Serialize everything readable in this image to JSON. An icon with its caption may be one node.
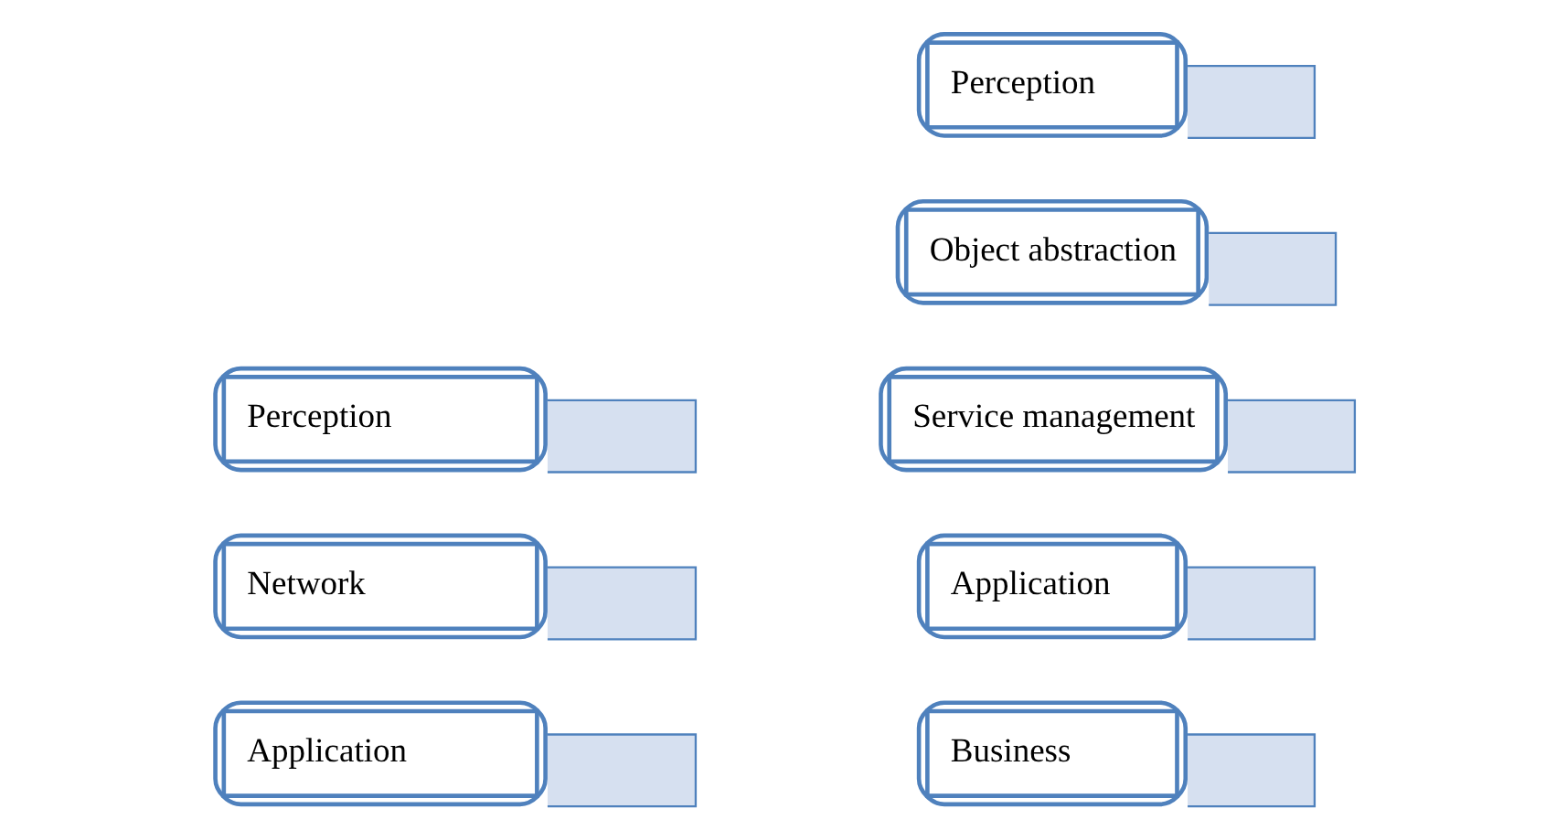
{
  "diagram": {
    "nodes": [
      {
        "text": [
          "Application"
        ]
      },
      {
        "text": [
          "Network"
        ]
      },
      {
        "text": [
          "Perception"
        ]
      },
      {
        "text": [
          "Business"
        ]
      },
      {
        "text": [
          "Application"
        ]
      },
      {
        "text": [
          "Service management"
        ]
      },
      {
        "text": [
          "Object abstraction"
        ]
      },
      {
        "text": [
          "Perception"
        ]
      }
    ],
    "edges": []
  }
}
